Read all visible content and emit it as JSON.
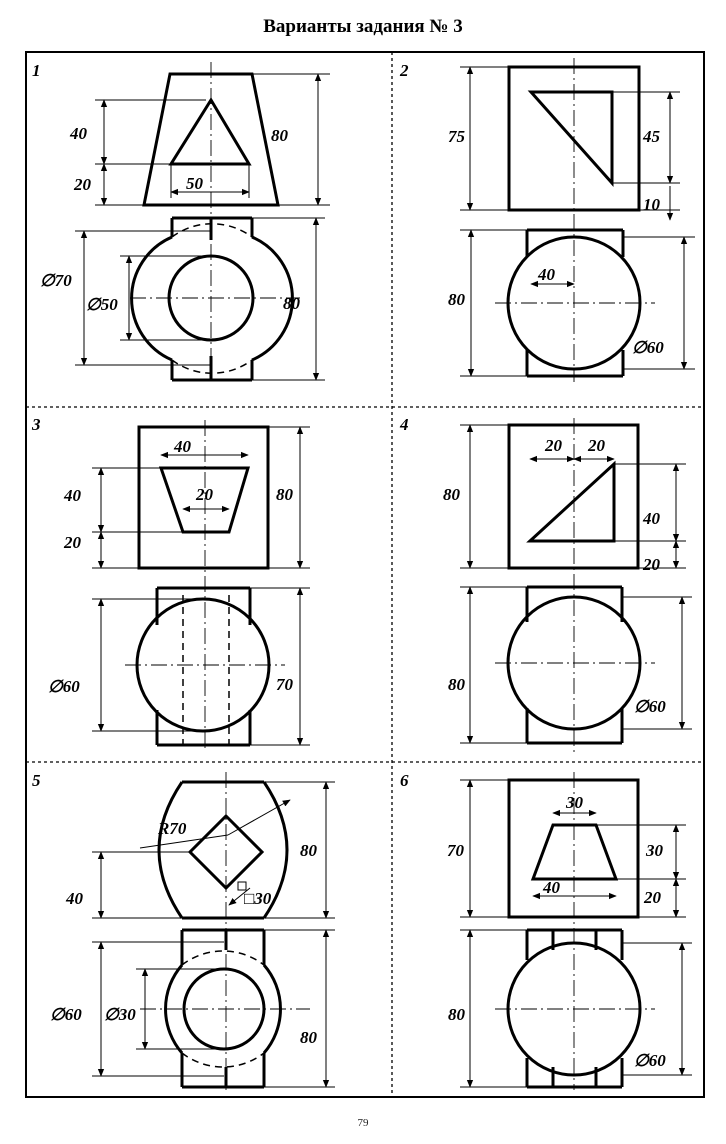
{
  "header": {
    "title": "Варианты задания № 3"
  },
  "footer": {
    "page_number": "79"
  },
  "variants": [
    {
      "number": "1",
      "dims": [
        "40",
        "20",
        "50",
        "80",
        "∅70",
        "∅50",
        "80"
      ]
    },
    {
      "number": "2",
      "dims": [
        "75",
        "45",
        "10",
        "40",
        "80",
        "∅60"
      ]
    },
    {
      "number": "3",
      "dims": [
        "40",
        "40",
        "20",
        "20",
        "80",
        "∅60",
        "70"
      ]
    },
    {
      "number": "4",
      "dims": [
        "20",
        "20",
        "80",
        "40",
        "20",
        "80",
        "∅60"
      ]
    },
    {
      "number": "5",
      "dims": [
        "R70",
        "80",
        "40",
        "□30",
        "∅60",
        "∅30",
        "80"
      ]
    },
    {
      "number": "6",
      "dims": [
        "30",
        "70",
        "30",
        "20",
        "40",
        "80",
        "∅60"
      ]
    }
  ]
}
